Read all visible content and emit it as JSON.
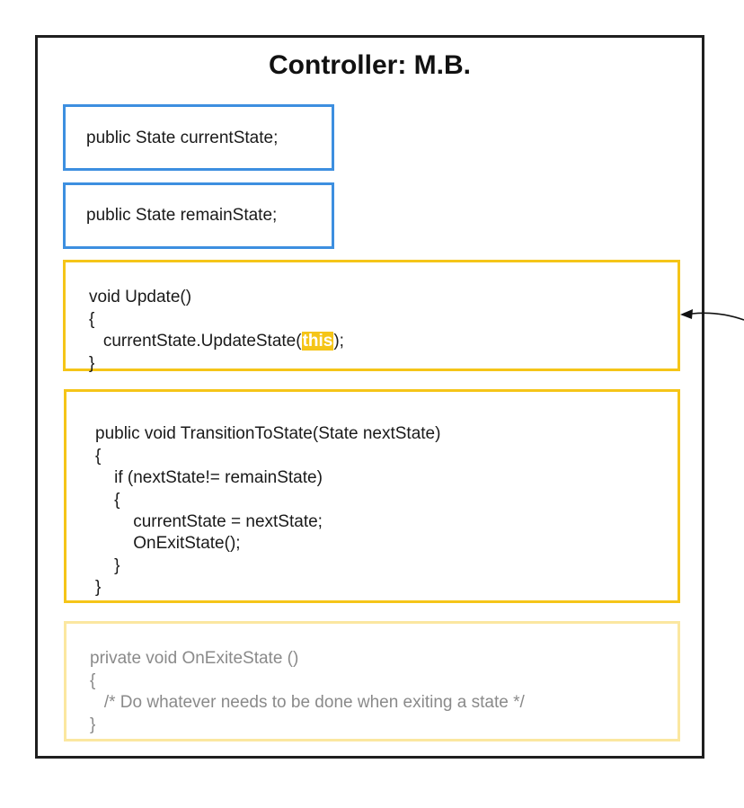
{
  "diagram": {
    "title": "Controller: M.B.",
    "fields": [
      {
        "text": "public State currentState;"
      },
      {
        "text": "public State remainState;"
      }
    ],
    "update_method": {
      "line1": "void Update()",
      "line2": "{",
      "line3_before": "   currentState.UpdateState(",
      "line3_highlight": "this",
      "line3_after": ");",
      "line4": "}"
    },
    "transition_method": {
      "lines": [
        "public void TransitionToState(State nextState)",
        "{",
        "    if (nextState!= remainState)",
        "    {",
        "        currentState = nextState;",
        "        OnExitState();",
        "    }",
        "}"
      ]
    },
    "exit_method": {
      "lines": [
        "private void OnExiteState ()",
        "{",
        "   /* Do whatever needs to be done when exiting a state */",
        "}"
      ]
    },
    "colors": {
      "field_border": "#3d8fe0",
      "method_border": "#f5c518",
      "faded_border": "#fbe7a0",
      "highlight": "#f5c518"
    }
  }
}
